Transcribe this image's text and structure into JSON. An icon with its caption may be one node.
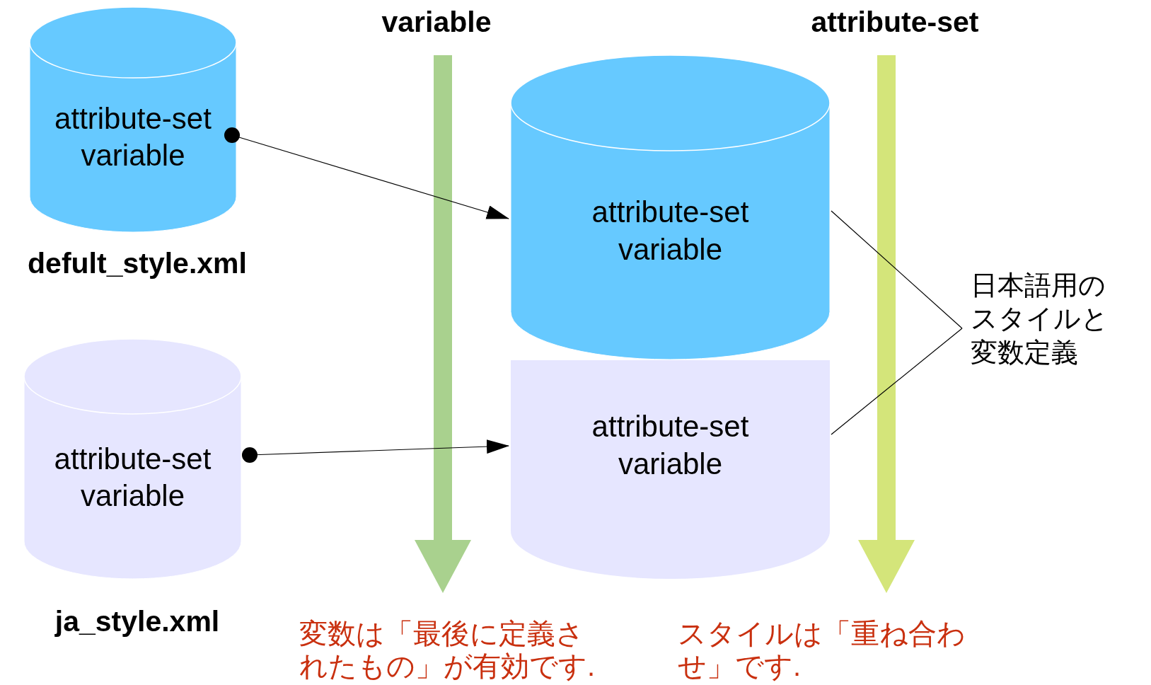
{
  "diagram": {
    "nodes": [
      {
        "text": [
          "attribute-set variable"
        ],
        "beside": [
          "defult_style.xml"
        ]
      },
      {
        "text": [
          "attribute-set variable"
        ],
        "beside": [
          "ja_style.xml"
        ]
      },
      {
        "text": [
          "attribute-set variable"
        ]
      },
      {
        "text": [
          "attribute-set variable"
        ]
      },
      {
        "text": [
          "日本語用のスタイルと変数定義"
        ]
      }
    ],
    "edges": [
      {
        "from": 0,
        "to": 2,
        "arrow": "to"
      },
      {
        "from": 1,
        "to": 3,
        "arrow": "to"
      },
      {
        "from": 4,
        "to": 2,
        "arrow": "none"
      },
      {
        "from": 4,
        "to": 3,
        "arrow": "none"
      }
    ],
    "labels": [
      "variable",
      "attribute-set",
      "変数は「最後に定義されたもの」が有効です.",
      "スタイルは「重ね合わせ」です."
    ]
  }
}
